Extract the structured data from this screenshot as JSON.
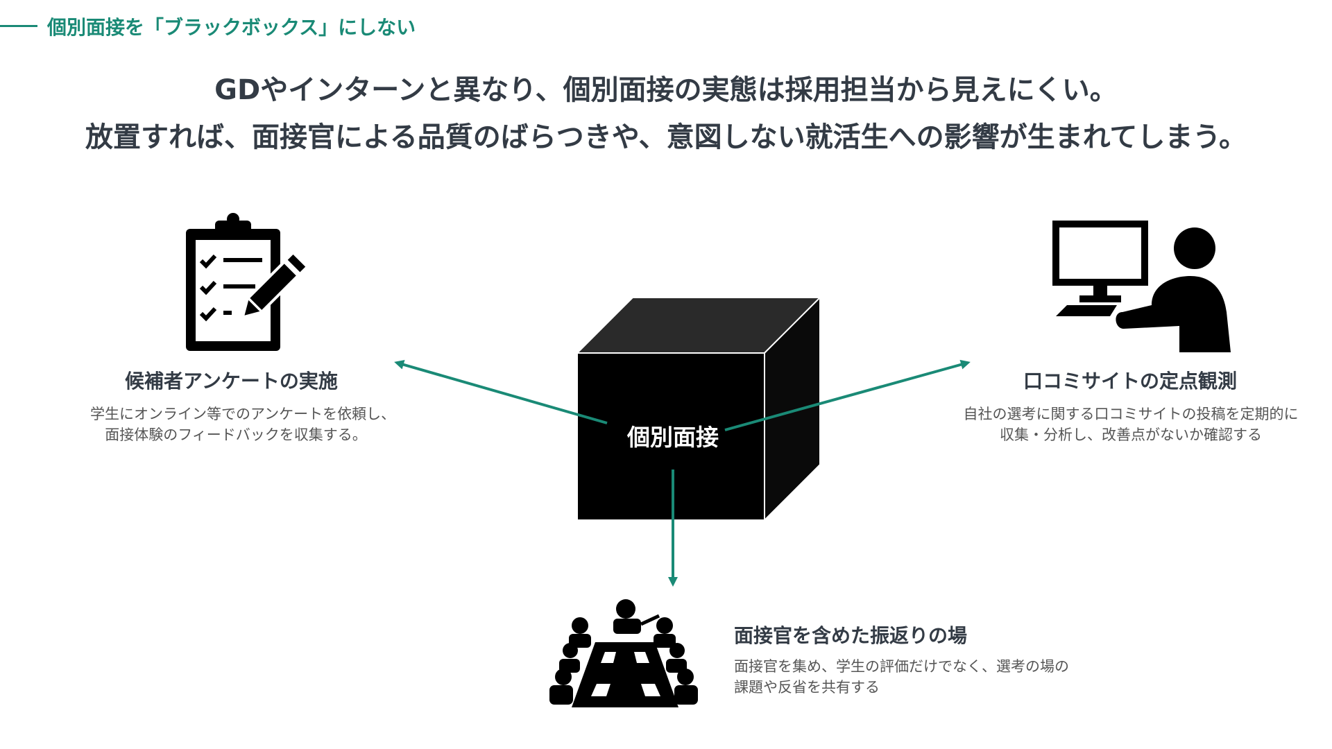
{
  "header": {
    "title": "個別面接を「ブラックボックス」にしない"
  },
  "headline": {
    "line1": "GDやインターンと異なり、個別面接の実態は採用担当から見えにくい。",
    "line2": "放置すれば、面接官による品質のばらつきや、意図しない就活生への影響が生まれてしまう。"
  },
  "center_box": {
    "label": "個別面接"
  },
  "items": [
    {
      "title": "候補者アンケートの実施",
      "desc1": "学生にオンライン等でのアンケートを依頼し、",
      "desc2": "面接体験のフィードバックを収集する。",
      "icon": "clipboard-checklist-icon"
    },
    {
      "title": "口コミサイトの定点観測",
      "desc1": "自社の選考に関する口コミサイトの投稿を定期的に",
      "desc2": "収集・分析し、改善点がないか確認する",
      "icon": "computer-user-icon"
    },
    {
      "title": "面接官を含めた振返りの場",
      "desc1": "面接官を集め、学生の評価だけでなく、選考の場の",
      "desc2": "課題や反省を共有する",
      "icon": "meeting-table-icon"
    }
  ],
  "colors": {
    "accent": "#1a8a76",
    "text": "#333b45",
    "box": "#000000"
  }
}
